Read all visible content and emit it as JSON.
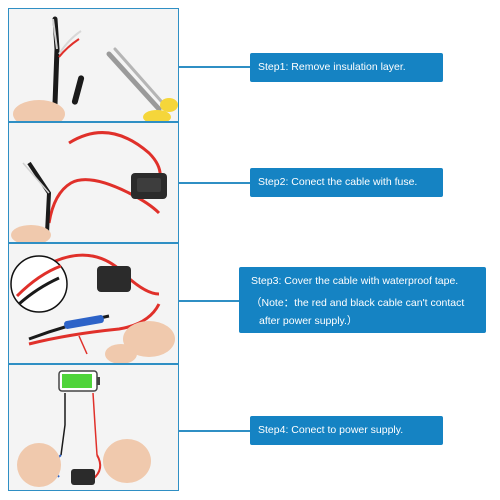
{
  "steps": {
    "step1": "Step1: Remove insulation layer.",
    "step2": "Step2: Conect the cable with fuse.",
    "step3_line1": "Step3: Cover the cable with waterproof tape.",
    "step3_line2": "（Note：the red and black cable can't contact",
    "step3_line3": "after power supply.）",
    "step4": "Step4: Conect to power supply."
  },
  "colors": {
    "accent": "#1583c3",
    "border": "#2f8fc4",
    "wire_red": "#e0302a",
    "wire_black": "#1a1a1a",
    "battery_green": "#4fd43a"
  }
}
